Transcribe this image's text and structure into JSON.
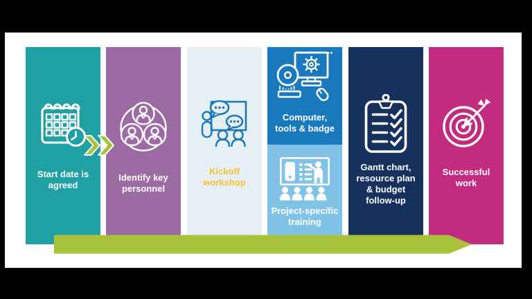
{
  "slide": {
    "background": "#ffffff",
    "frame_color": "#000000"
  },
  "steps": [
    {
      "label": "Start date is\nagreed",
      "icon": "calendar-clock-icon",
      "bg": "#1fa0a2",
      "label_color": "#ffffff"
    },
    {
      "label": "Identify key\npersonnel",
      "icon": "people-group-icon",
      "bg": "#9c6ba4",
      "label_color": "#ffffff"
    },
    {
      "label": "Kickoff\nworkshop",
      "icon": "workshop-meeting-icon",
      "bg": "#e6eff4",
      "label_color": "#f6c12f"
    },
    {
      "label": "Computer,\ntools & badge",
      "icon": "computer-tools-icon",
      "bg": "#187abd",
      "label_color": "#ffffff"
    },
    {
      "label": "Project-specific\ntraining",
      "icon": "training-presentation-icon",
      "bg": "#80c3e6",
      "label_color": "#ffffff"
    },
    {
      "label": "Gantt chart,\nresource plan\n& budget\nfollow-up",
      "icon": "checklist-clipboard-icon",
      "bg": "#17315f",
      "label_color": "#ffffff"
    },
    {
      "label": "Successful\nwork",
      "icon": "target-arrow-icon",
      "bg": "#c32b7f",
      "label_color": "#ffffff"
    }
  ],
  "decorations": {
    "timeline_arrow": {
      "color": "#a9c23b",
      "direction": "right"
    },
    "double_chevron": {
      "color": "#a9c23b",
      "outline": "#ffffff",
      "count": 2
    }
  }
}
